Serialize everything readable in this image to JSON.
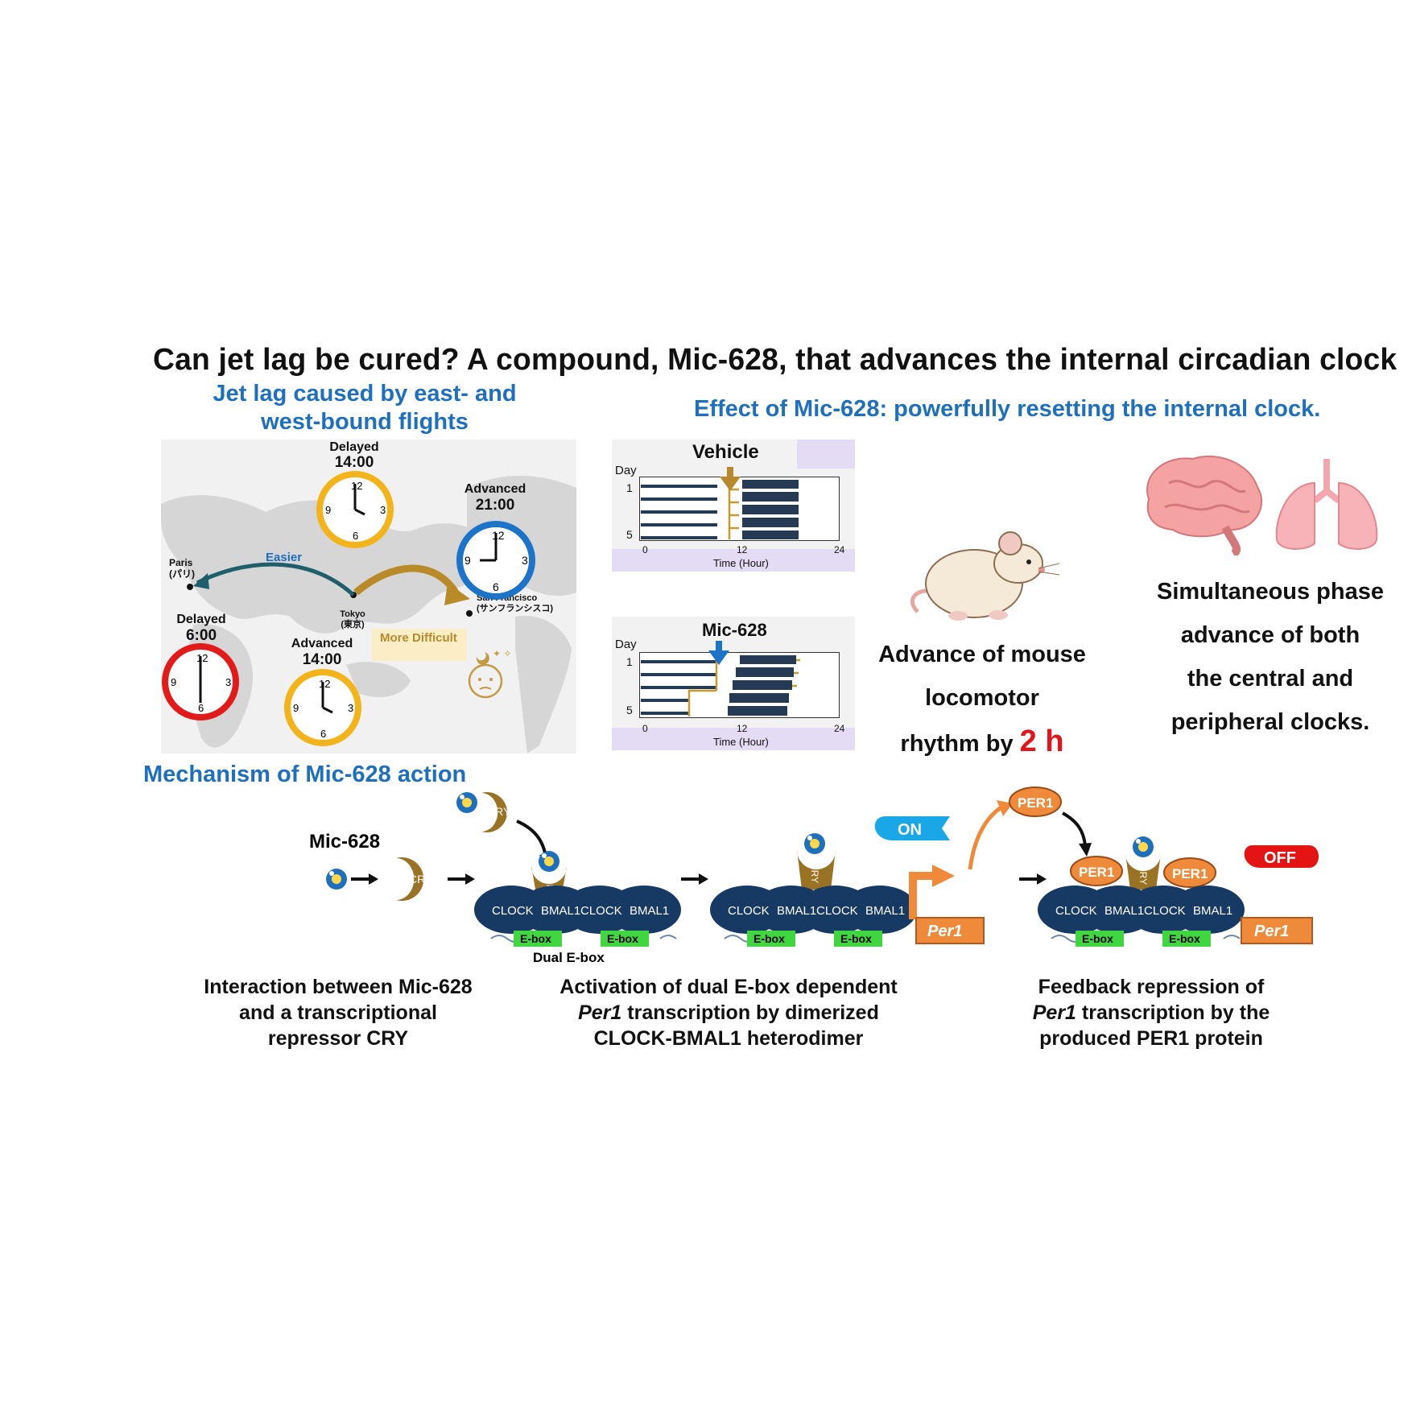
{
  "title": "Can jet lag be cured? A compound, Mic-628, that advances the internal circadian clock",
  "jetlag": {
    "heading_line1": "Jet lag caused by east- and",
    "heading_line2": "west-bound flights",
    "delayed_top": {
      "label": "Delayed",
      "time": "14:00"
    },
    "advanced_right": {
      "label": "Advanced",
      "time": "21:00"
    },
    "delayed_left": {
      "label": "Delayed",
      "time": "6:00"
    },
    "advanced_bottom": {
      "label": "Advanced",
      "time": "14:00"
    },
    "paris": "Paris",
    "paris_jp": "(パリ)",
    "tokyo": "Tokyo",
    "tokyo_jp": "(東京)",
    "sf": "San Francisco",
    "sf_jp": "(サンフランシスコ)",
    "easier": "Easier",
    "more_difficult": "More Difficult",
    "clock_numbers": [
      "12",
      "3",
      "6",
      "9"
    ]
  },
  "effect": {
    "heading": "Effect of Mic-628: powerfully resetting the internal clock.",
    "vehicle": {
      "title": "Vehicle",
      "day_label": "Day",
      "day_ticks": [
        "1",
        "5"
      ],
      "x_ticks": [
        "0",
        "12",
        "24"
      ],
      "x_label": "Time (Hour)"
    },
    "mic": {
      "title": "Mic-628",
      "day_label": "Day",
      "day_ticks": [
        "1",
        "5"
      ],
      "x_ticks": [
        "0",
        "12",
        "24"
      ],
      "x_label": "Time (Hour)"
    },
    "mouse_caption_1": "Advance of mouse",
    "mouse_caption_2": "locomotor",
    "mouse_caption_3": "rhythm by",
    "mouse_caption_value": "2 h",
    "organ_caption_1": "Simultaneous phase",
    "organ_caption_2": "advance of both",
    "organ_caption_3": "the central and",
    "organ_caption_4": "peripheral clocks."
  },
  "mechanism": {
    "heading": "Mechanism of  Mic-628 action",
    "mic_label": "Mic-628",
    "cry": "CRY",
    "clock": "CLOCK",
    "bmal1": "BMAL1",
    "ebox": "E-box",
    "dual_ebox": "Dual E-box",
    "per1_gene": "Per1",
    "per1_protein": "PER1",
    "on": "ON",
    "off": "OFF",
    "caption1_l1": "Interaction between Mic-628",
    "caption1_l2": "and a transcriptional",
    "caption1_l3": "repressor CRY",
    "caption2_l1": "Activation of dual E-box dependent",
    "caption2_l2_gene": "Per1",
    "caption2_l2_rest": " transcription by dimerized",
    "caption2_l3": "CLOCK-BMAL1 heterodimer",
    "caption3_l1": "Feedback repression of",
    "caption3_l2_gene": "Per1",
    "caption3_l2_rest": " transcription by the",
    "caption3_l3": "produced PER1 protein"
  },
  "colors": {
    "blue_heading": "#1f6fbf",
    "cry": "#9a7224",
    "clock_protein": "#173a64",
    "ebox": "#3fd63f",
    "per1": "#ef8a3a",
    "on": "#1aa7e8",
    "off": "#e41414",
    "red": "#e3141b"
  }
}
